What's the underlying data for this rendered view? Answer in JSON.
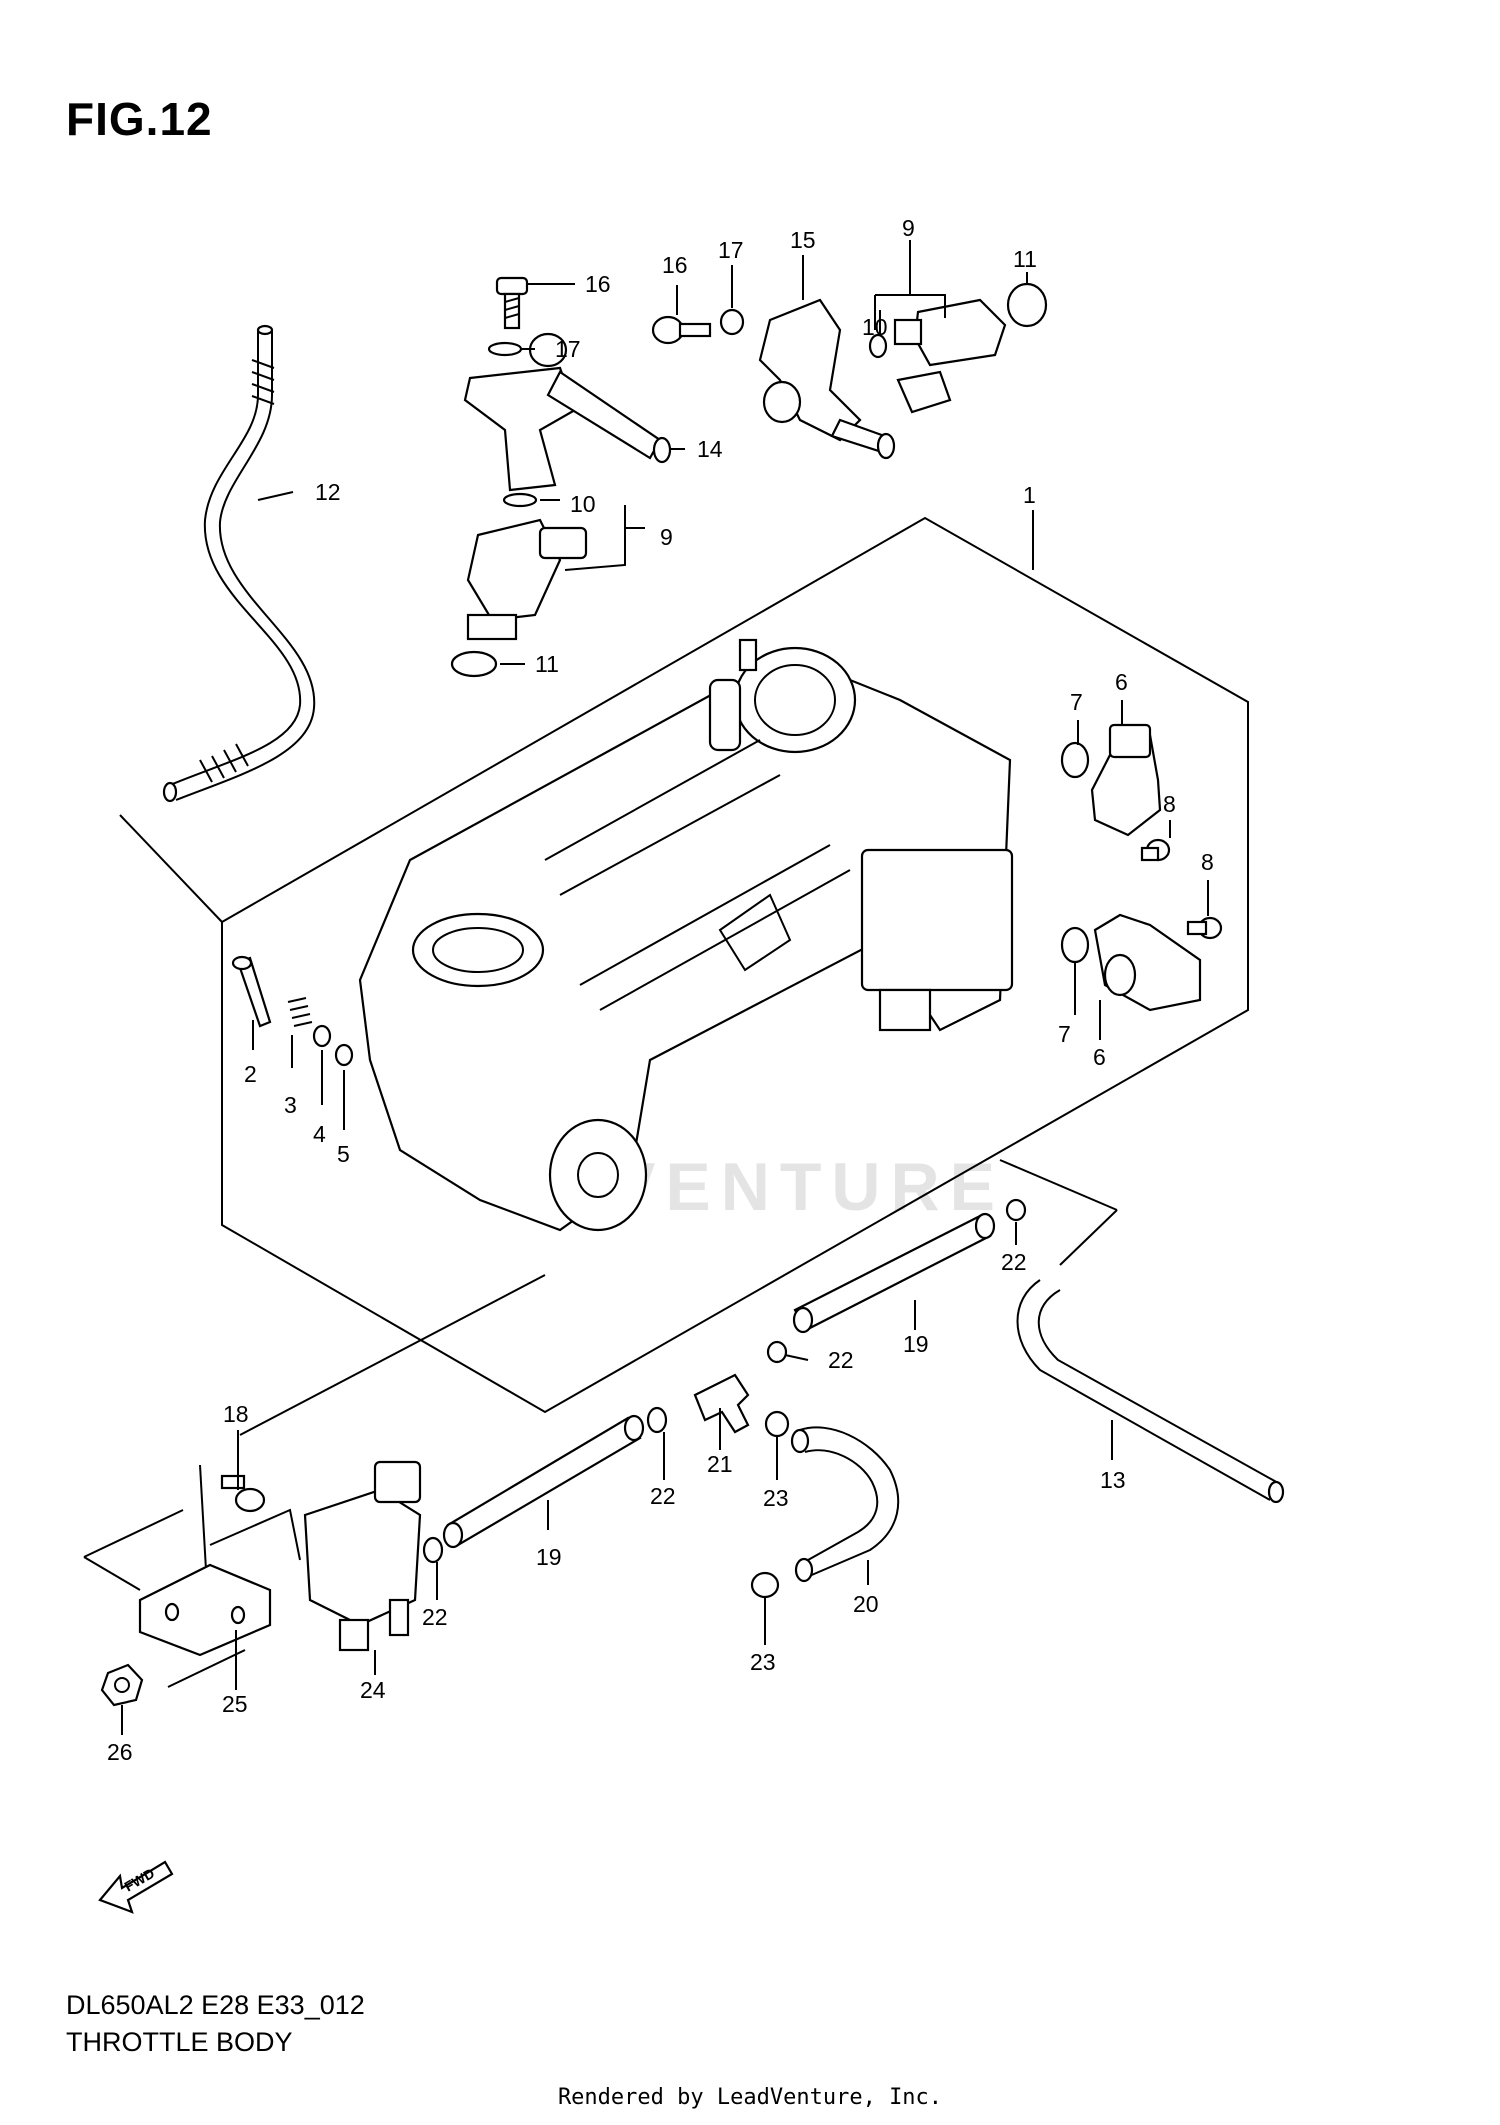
{
  "figure": {
    "title": "FIG.12"
  },
  "diagram": {
    "model_code": "DL650AL2 E28 E33_012",
    "name": "THROTTLE BODY",
    "fwd_label": "FWD",
    "watermark": "VENTURE",
    "callouts": [
      {
        "id": "c1",
        "text": "1"
      },
      {
        "id": "c2",
        "text": "2"
      },
      {
        "id": "c3",
        "text": "3"
      },
      {
        "id": "c4",
        "text": "4"
      },
      {
        "id": "c5",
        "text": "5"
      },
      {
        "id": "c6a",
        "text": "6"
      },
      {
        "id": "c6b",
        "text": "6"
      },
      {
        "id": "c7a",
        "text": "7"
      },
      {
        "id": "c7b",
        "text": "7"
      },
      {
        "id": "c8a",
        "text": "8"
      },
      {
        "id": "c8b",
        "text": "8"
      },
      {
        "id": "c9a",
        "text": "9"
      },
      {
        "id": "c9b",
        "text": "9"
      },
      {
        "id": "c10a",
        "text": "10"
      },
      {
        "id": "c10b",
        "text": "10"
      },
      {
        "id": "c11a",
        "text": "11"
      },
      {
        "id": "c11b",
        "text": "11"
      },
      {
        "id": "c12",
        "text": "12"
      },
      {
        "id": "c13",
        "text": "13"
      },
      {
        "id": "c14",
        "text": "14"
      },
      {
        "id": "c15",
        "text": "15"
      },
      {
        "id": "c16a",
        "text": "16"
      },
      {
        "id": "c16b",
        "text": "16"
      },
      {
        "id": "c17a",
        "text": "17"
      },
      {
        "id": "c17b",
        "text": "17"
      },
      {
        "id": "c18",
        "text": "18"
      },
      {
        "id": "c19a",
        "text": "19"
      },
      {
        "id": "c19b",
        "text": "19"
      },
      {
        "id": "c20",
        "text": "20"
      },
      {
        "id": "c21",
        "text": "21"
      },
      {
        "id": "c22a",
        "text": "22"
      },
      {
        "id": "c22b",
        "text": "22"
      },
      {
        "id": "c22c",
        "text": "22"
      },
      {
        "id": "c22d",
        "text": "22"
      },
      {
        "id": "c23a",
        "text": "23"
      },
      {
        "id": "c23b",
        "text": "23"
      },
      {
        "id": "c24",
        "text": "24"
      },
      {
        "id": "c25",
        "text": "25"
      },
      {
        "id": "c26",
        "text": "26"
      }
    ]
  },
  "footer": {
    "text": "Rendered by LeadVenture, Inc."
  }
}
